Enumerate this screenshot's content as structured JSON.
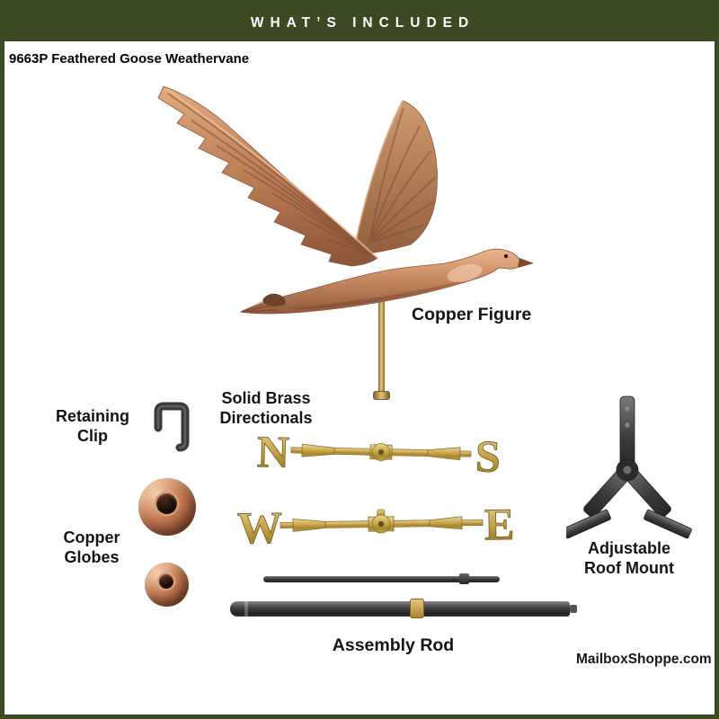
{
  "header": {
    "title": "WHAT’S INCLUDED"
  },
  "product_title": "9663P Feathered Goose Weathervane",
  "watermark": "MailboxShoppe.com",
  "labels": {
    "copper_figure": "Copper Figure",
    "retaining_clip": "Retaining Clip",
    "solid_brass_directionals": "Solid Brass Directionals",
    "copper_globes": "Copper Globes",
    "adjustable_roof_mount": "Adjustable Roof Mount",
    "assembly_rod": "Assembly Rod"
  },
  "directionals": {
    "north": "N",
    "south": "S",
    "west": "W",
    "east": "E"
  },
  "colors": {
    "frame_green": "#3c4a24",
    "copper": "#c07952",
    "brass": "#cfae55",
    "dark_metal": "#3a3a3a",
    "text": "#151515",
    "header_text": "#ffffff",
    "background": "#ffffff"
  }
}
